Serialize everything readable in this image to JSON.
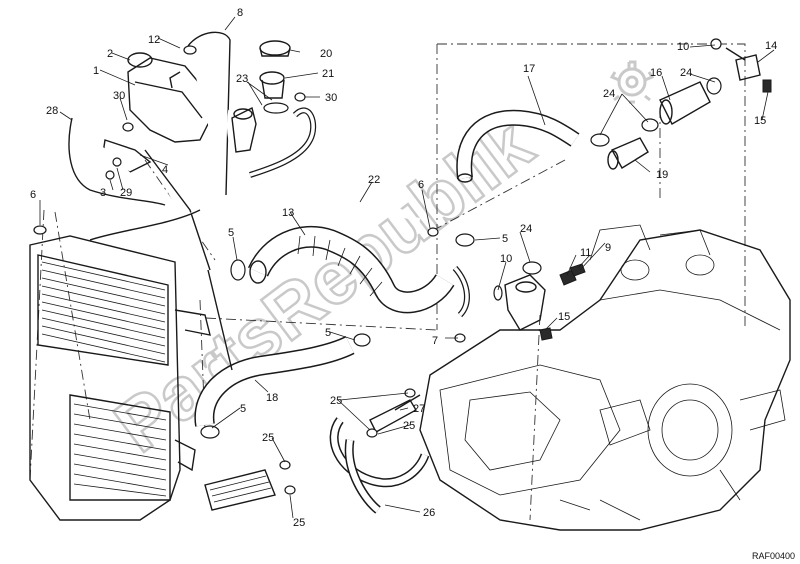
{
  "diagram": {
    "drawing_code": "RAF00400",
    "watermark_text": "PartsRepublik",
    "callouts": [
      {
        "id": "c1",
        "label": "1"
      },
      {
        "id": "c2",
        "label": "2"
      },
      {
        "id": "c3",
        "label": "3"
      },
      {
        "id": "c4",
        "label": "4"
      },
      {
        "id": "c5a",
        "label": "5"
      },
      {
        "id": "c5b",
        "label": "5"
      },
      {
        "id": "c5c",
        "label": "5"
      },
      {
        "id": "c5d",
        "label": "5"
      },
      {
        "id": "c6a",
        "label": "6"
      },
      {
        "id": "c6b",
        "label": "6"
      },
      {
        "id": "c7",
        "label": "7"
      },
      {
        "id": "c8",
        "label": "8"
      },
      {
        "id": "c9",
        "label": "9"
      },
      {
        "id": "c10a",
        "label": "10"
      },
      {
        "id": "c10b",
        "label": "10"
      },
      {
        "id": "c11",
        "label": "11"
      },
      {
        "id": "c12",
        "label": "12"
      },
      {
        "id": "c13",
        "label": "13"
      },
      {
        "id": "c14",
        "label": "14"
      },
      {
        "id": "c15a",
        "label": "15"
      },
      {
        "id": "c15b",
        "label": "15"
      },
      {
        "id": "c16",
        "label": "16"
      },
      {
        "id": "c17",
        "label": "17"
      },
      {
        "id": "c18",
        "label": "18"
      },
      {
        "id": "c19",
        "label": "19"
      },
      {
        "id": "c20",
        "label": "20"
      },
      {
        "id": "c21",
        "label": "21"
      },
      {
        "id": "c22",
        "label": "22"
      },
      {
        "id": "c23",
        "label": "23"
      },
      {
        "id": "c24a",
        "label": "24"
      },
      {
        "id": "c24b",
        "label": "24"
      },
      {
        "id": "c24c",
        "label": "24"
      },
      {
        "id": "c25a",
        "label": "25"
      },
      {
        "id": "c25b",
        "label": "25"
      },
      {
        "id": "c25c",
        "label": "25"
      },
      {
        "id": "c25d",
        "label": "25"
      },
      {
        "id": "c26",
        "label": "26"
      },
      {
        "id": "c27",
        "label": "27"
      },
      {
        "id": "c28",
        "label": "28"
      },
      {
        "id": "c29",
        "label": "29"
      },
      {
        "id": "c30a",
        "label": "30"
      },
      {
        "id": "c30b",
        "label": "30"
      }
    ]
  }
}
